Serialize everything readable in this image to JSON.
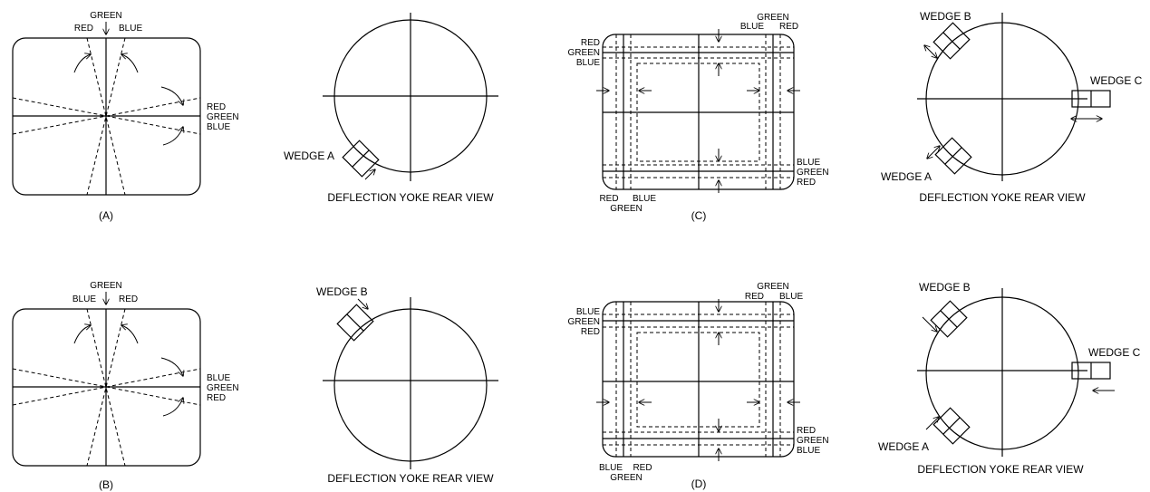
{
  "colors": {
    "line": "#000000",
    "background": "#ffffff"
  },
  "labels": {
    "red": "RED",
    "green": "GREEN",
    "blue": "BLUE",
    "wedge_a": "WEDGE A",
    "wedge_b": "WEDGE B",
    "wedge_c": "WEDGE C",
    "yoke_rear_view": "DEFLECTION YOKE REAR VIEW"
  },
  "panels": {
    "a": "(A)",
    "b": "(B)",
    "c": "(C)",
    "d": "(D)"
  }
}
